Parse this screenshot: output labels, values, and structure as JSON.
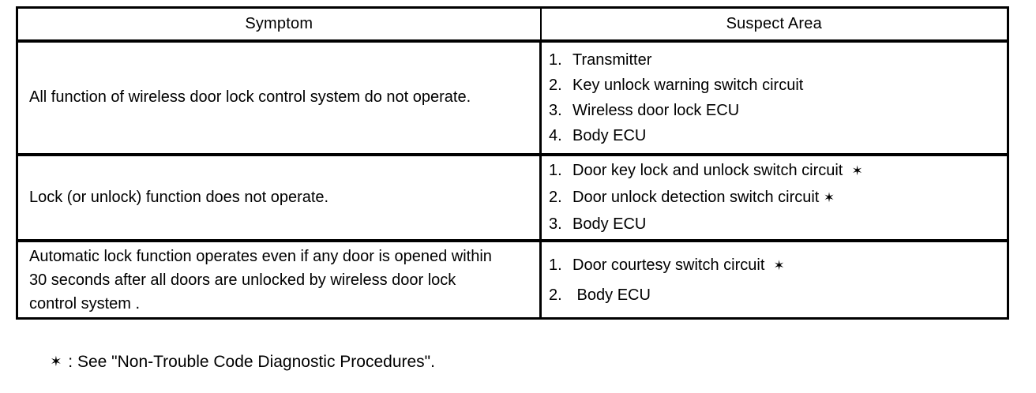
{
  "table": {
    "headers": {
      "symptom": "Symptom",
      "suspect_area": "Suspect Area"
    },
    "rows": [
      {
        "symptom_lines": [
          "All function of wireless door lock control system do not operate."
        ],
        "suspect_items": [
          {
            "num": "1.",
            "text": "Transmitter",
            "footnote_mark": ""
          },
          {
            "num": "2.",
            "text": "Key unlock warning switch circuit",
            "footnote_mark": ""
          },
          {
            "num": "3.",
            "text": "Wireless door lock ECU",
            "footnote_mark": ""
          },
          {
            "num": "4.",
            "text": "Body ECU",
            "footnote_mark": ""
          }
        ]
      },
      {
        "symptom_lines": [
          "Lock (or unlock) function does not operate."
        ],
        "suspect_items": [
          {
            "num": "1.",
            "text": "Door key lock and unlock switch circuit  ",
            "footnote_mark": "✶"
          },
          {
            "num": "2.",
            "text": "Door unlock detection switch circuit ",
            "footnote_mark": "✶"
          },
          {
            "num": "3.",
            "text": "Body ECU",
            "footnote_mark": ""
          }
        ]
      },
      {
        "symptom_lines": [
          "Automatic lock function operates even if any door is opened within",
          "30 seconds after all doors are unlocked by wireless door lock",
          "control system ."
        ],
        "suspect_items": [
          {
            "num": "1.",
            "text": "Door courtesy switch circuit  ",
            "footnote_mark": "✶"
          },
          {
            "num": "2.",
            "text": " Body ECU",
            "footnote_mark": ""
          }
        ]
      }
    ]
  },
  "footnote": {
    "mark": "✶",
    "text": " : See \"Non-Trouble Code Diagnostic Procedures\"."
  },
  "colors": {
    "background": "#ffffff",
    "text": "#000000",
    "border": "#000000"
  }
}
